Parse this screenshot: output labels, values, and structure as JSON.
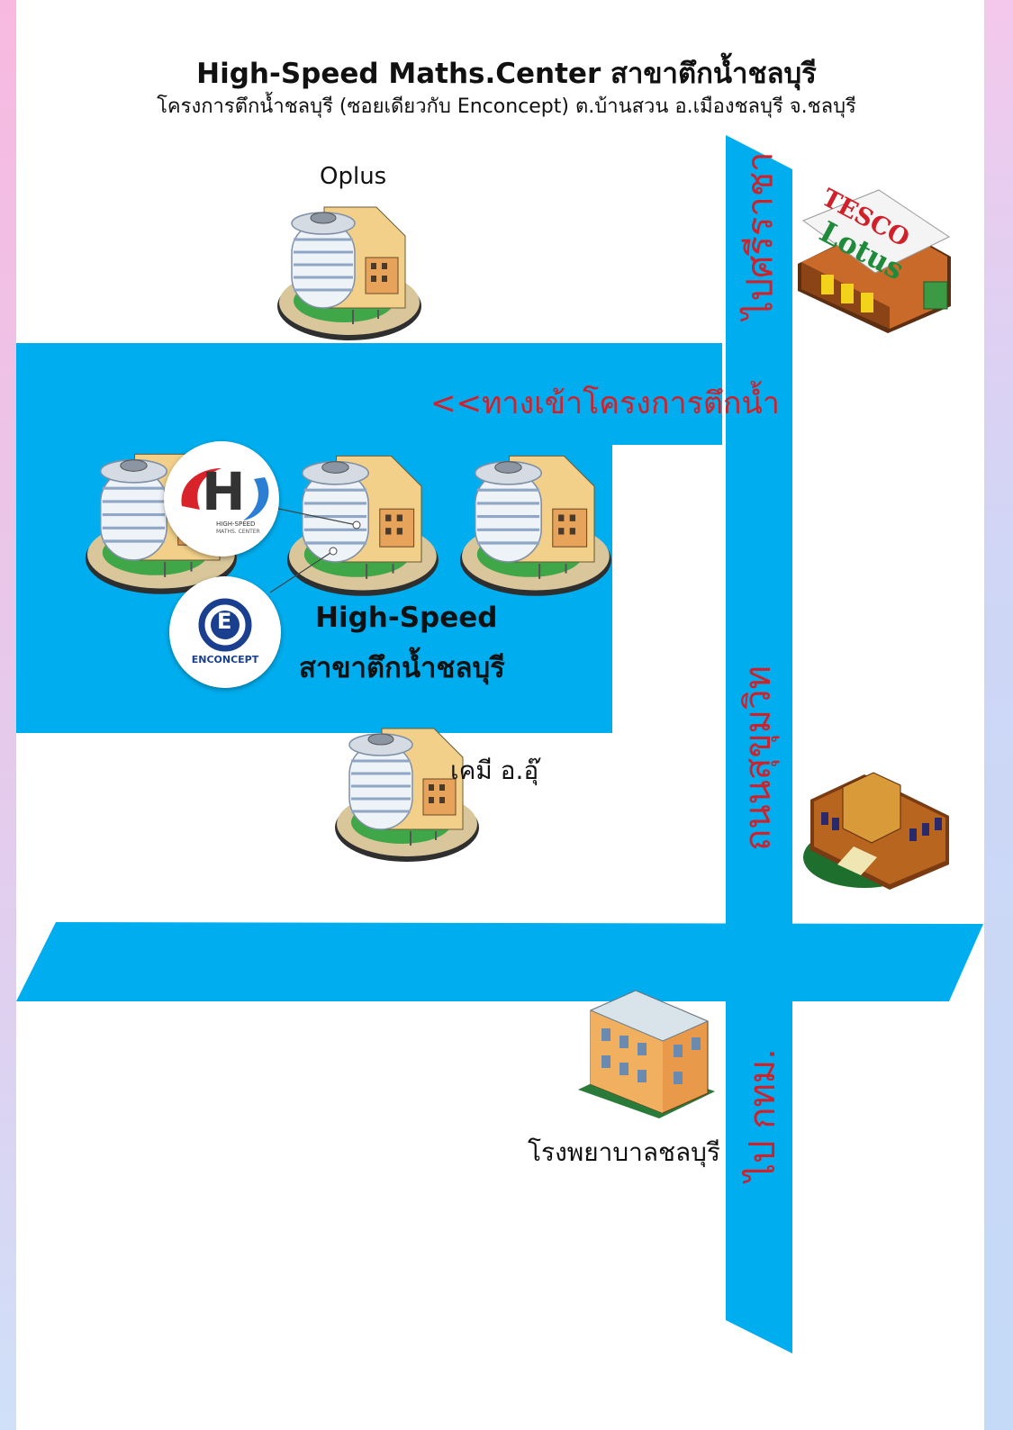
{
  "header": {
    "title": "High-Speed Maths.Center สาขาตึกน้ำชลบุรี",
    "subtitle": "โครงการตึกน้ำชลบุรี (ซอยเดียวกับ Enconcept) ต.บ้านสวน อ.เมืองชลบุรี จ.ชลบุรี"
  },
  "roads": {
    "to_sriracha": "ไปศรีราชา",
    "sukhumvit": "ถนนสุขุมวิท",
    "to_bangkok": "ไป กทม.",
    "entrance": "<<ทางเข้าโครงการตึกน้ำ"
  },
  "places": {
    "oplus": "Oplus",
    "chemistry": "เคมี อ.อุ๊",
    "hospital": "โรงพยาบาลชลบุรี",
    "branch_line1": "High-Speed",
    "branch_line2": "สาขาตึกน้ำชลบุรี"
  },
  "logos": {
    "tesco_line1": "TESCO",
    "tesco_line2": "Lotus",
    "hs_letter": "H",
    "hs_line1": "HIGH-SPEED",
    "hs_line2": "MATHS. CENTER",
    "enconcept_letter": "E",
    "enconcept_name": "ENCONCEPT"
  },
  "colors": {
    "road": "#00AEEF",
    "label_red": "#D0202A",
    "edge_left": "#F6B7DE",
    "edge_right": "#B9D4F5"
  }
}
